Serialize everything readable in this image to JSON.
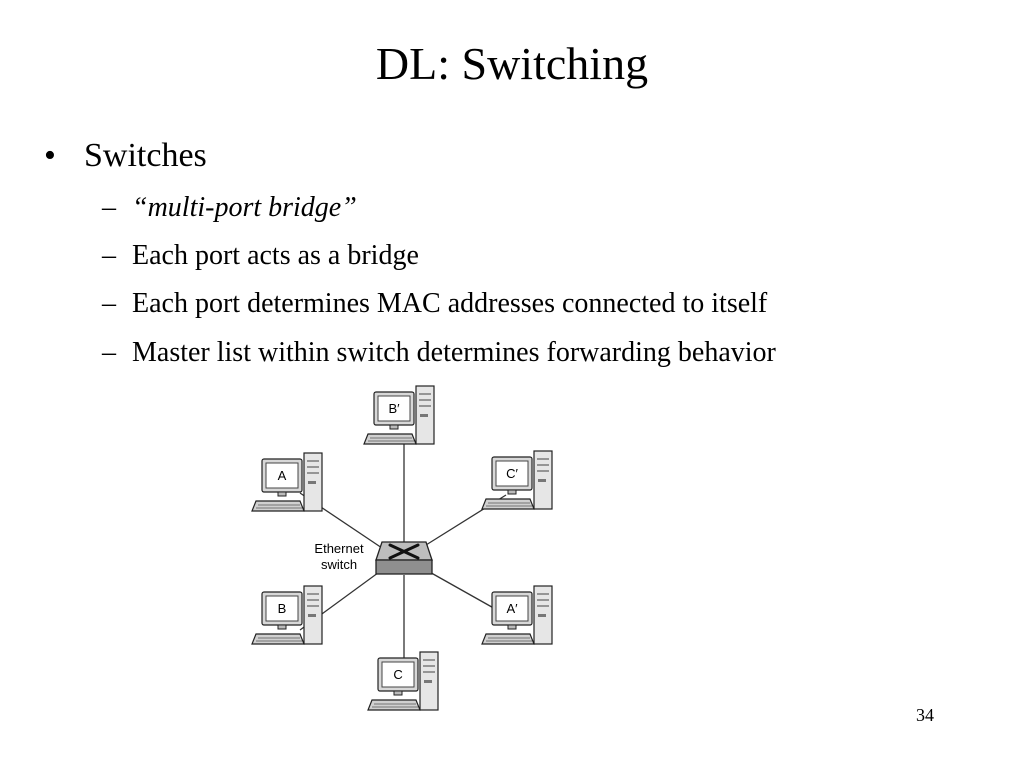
{
  "slide": {
    "title": "DL: Switching",
    "bullets": [
      {
        "marker": "•",
        "text": "Switches",
        "subitems": [
          {
            "marker": "–",
            "text": "“multi-port bridge”",
            "italic": true
          },
          {
            "marker": "–",
            "text": "Each port acts as a bridge"
          },
          {
            "marker": "–",
            "text": "Each port determines MAC addresses connected to itself"
          },
          {
            "marker": "–",
            "text": "Master list within switch determines forwarding behavior"
          }
        ]
      }
    ],
    "page_number": "34"
  },
  "diagram": {
    "switch_label_line1": "Ethernet",
    "switch_label_line2": "switch",
    "hosts": [
      {
        "label": "B′"
      },
      {
        "label": "C′"
      },
      {
        "label": "A′"
      },
      {
        "label": "C"
      },
      {
        "label": "B"
      },
      {
        "label": "A"
      }
    ],
    "colors": {
      "line": "#333333",
      "switch_top": "#bdbdbd",
      "switch_front": "#8f8f8f",
      "screen": "#ffffff"
    }
  }
}
